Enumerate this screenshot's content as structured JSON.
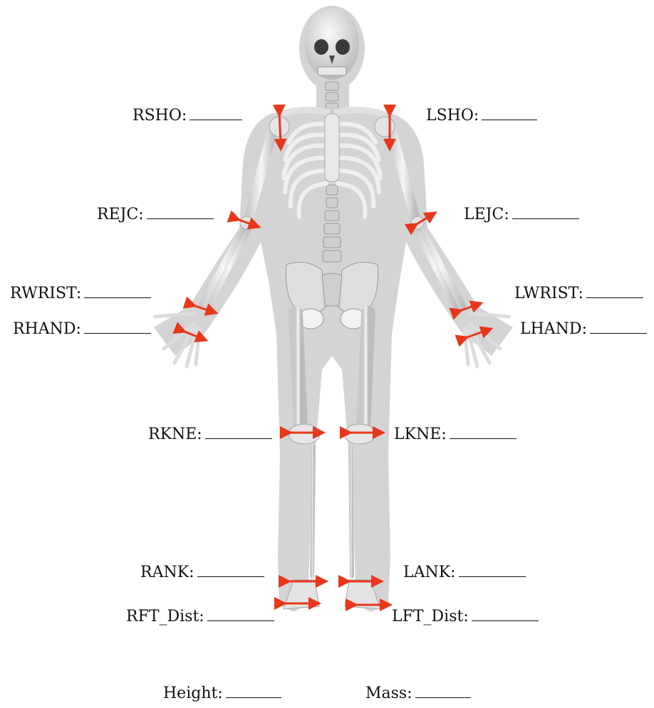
{
  "labels": {
    "rsho": "RSHO:",
    "lsho": "LSHO:",
    "rejc": "REJC:",
    "lejc": "LEJC:",
    "rwrist": "RWRIST:",
    "lwrist": "LWRIST:",
    "rhand": "RHAND:",
    "lhand": "LHAND:",
    "rkne": "RKNE:",
    "lkne": "LKNE:",
    "rank": "RANK:",
    "lank": "LANK:",
    "rft_dist": "RFT_Dist:",
    "lft_dist": "LFT_Dist:",
    "height": "Height:",
    "mass": "Mass:"
  },
  "colors": {
    "arrow": "#e8371b",
    "silhouette": "#d3d3d3",
    "bone": "#efefef",
    "bone_shade": "#bdbdbd"
  },
  "icons": [
    "skeleton-figure",
    "double-arrow-marker"
  ]
}
